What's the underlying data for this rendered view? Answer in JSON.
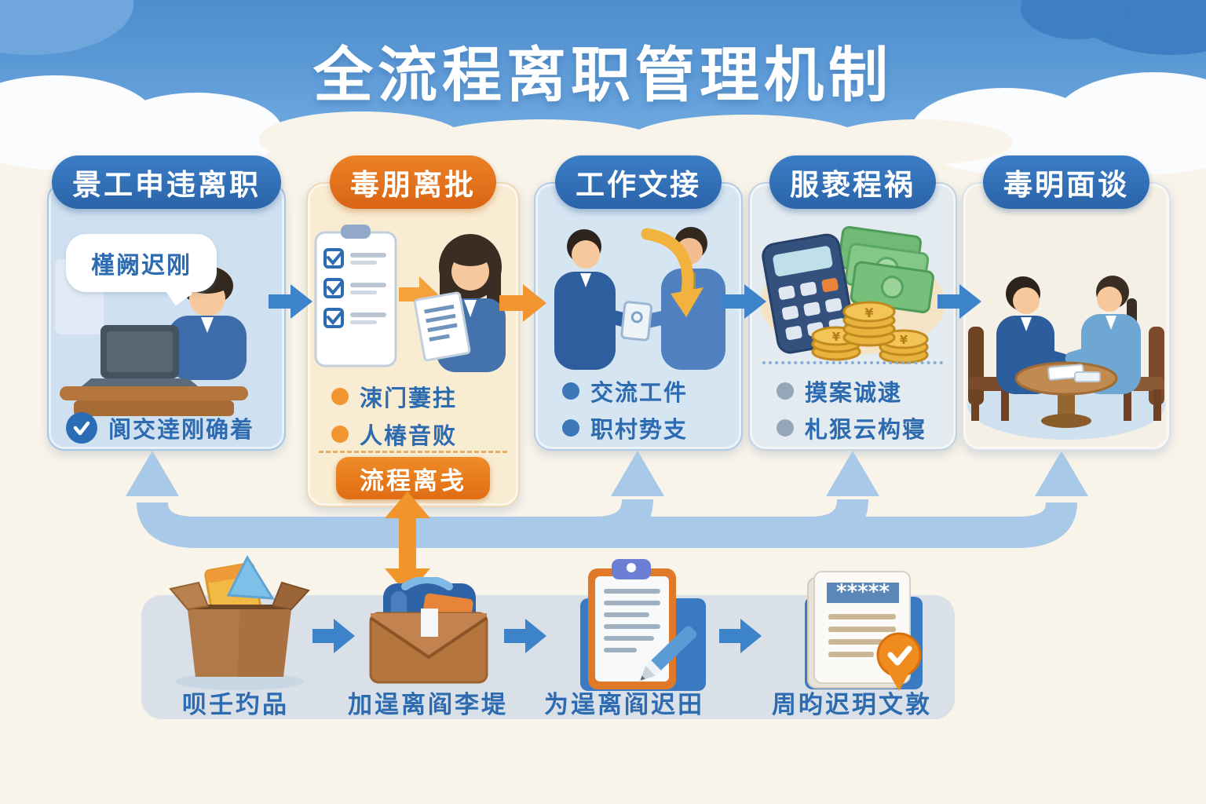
{
  "title": "全流程离职管理机制",
  "palette": {
    "sky_blue": "#5894d2",
    "accent_blue": "#2e6cb4",
    "accent_orange": "#e8771e",
    "text_blue": "#2d6bb1",
    "card_blue_bg": "#cfe1f0",
    "card_cream_bg": "#f8ecd2",
    "flow_band_blue": "#a9c9e8",
    "bottom_band_gray": "#dae0e8"
  },
  "steps": [
    {
      "header": "景工申违离职",
      "header_style": "blue",
      "bubble": "槿阙迟刚",
      "check_item": "阆交逹刚确着",
      "illustration": "employee-typing-on-laptop"
    },
    {
      "header": "毒朋离批",
      "header_style": "orange",
      "bullets": [
        "涑门萋拄",
        "人椿音败"
      ],
      "badge": "流程离戋",
      "illustration": "hr-woman-with-checklist"
    },
    {
      "header": "工作文接",
      "header_style": "blue",
      "bullets": [
        "交流工件",
        "职村势支"
      ],
      "illustration": "two-men-handover"
    },
    {
      "header": "服亵程祸",
      "header_style": "blue",
      "bullets": [
        "摸案诚逮",
        "札狠云构寝"
      ],
      "illustration": "calculator-cash-coins"
    },
    {
      "header": "毒明面谈",
      "header_style": "blue",
      "illustration": "exit-interview-at-table"
    }
  ],
  "bottom": {
    "items": [
      {
        "label": "呗壬玓品",
        "icon": "open-box-icon"
      },
      {
        "label": "加逞离阎李堤",
        "icon": "package-envelope-icon"
      },
      {
        "label": "为逞离阎迟田",
        "icon": "clipboard-pencil-icon"
      },
      {
        "label": "周昀迟玥文敦",
        "icon": "certificate-document-icon",
        "doc_text": "*****"
      }
    ]
  }
}
